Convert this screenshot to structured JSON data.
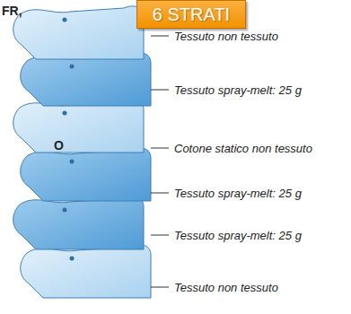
{
  "diagram": {
    "nodes": [
      {
        "text": [
          "6 STRATI"
        ]
      }
    ],
    "labels": [
      "FR,",
      "Tessuto non tessuto",
      "Tessuto spray-melt: 25 g",
      "O",
      "Cotone statico non tessuto",
      "Tessuto spray-melt: 25 g",
      "Tessuto spray-melt: 25 g",
      "Tessuto non tessuto"
    ]
  }
}
